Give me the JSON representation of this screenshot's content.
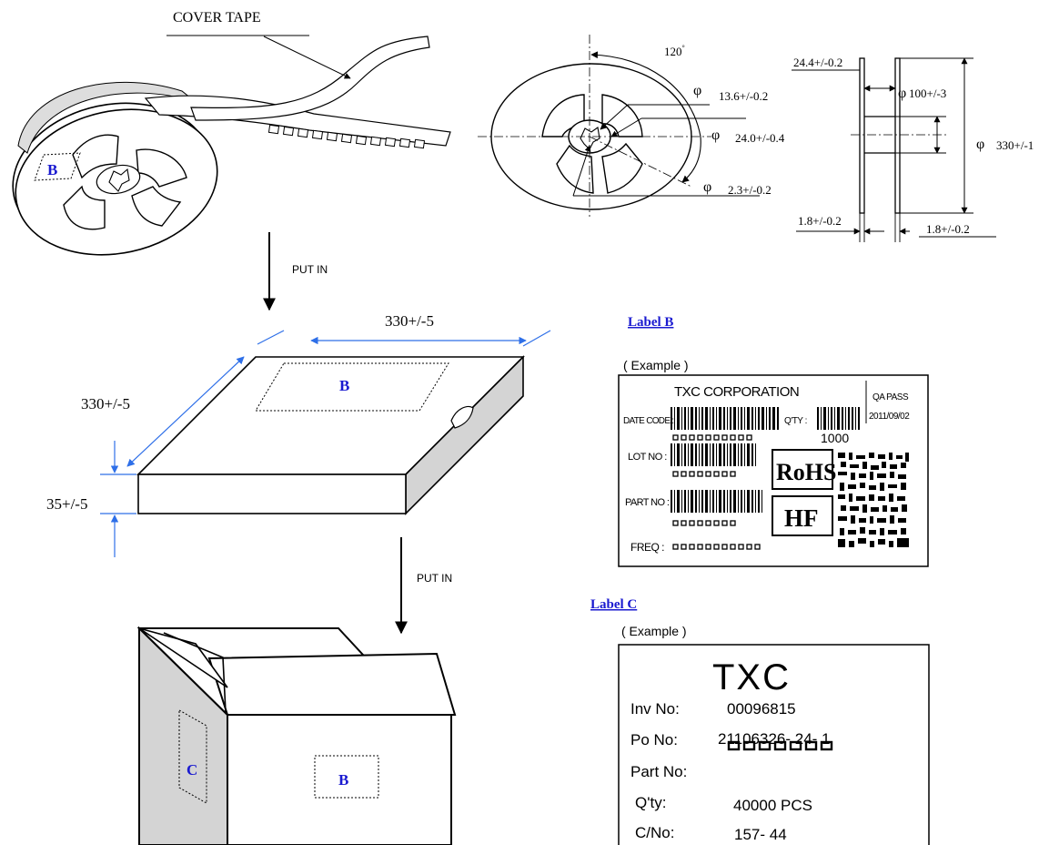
{
  "reel": {
    "cover_tape_label": "COVER TAPE",
    "label_marker": "B"
  },
  "reel_dims": {
    "angle": "120",
    "hub_small": "13.6+/-0.2",
    "hub_mid": "24.0+/-0.4",
    "hole": "2.3+/-0.2",
    "width": "24.4+/-0.2",
    "hub_dia": "100+/-3",
    "reel_dia": "330+/-1",
    "flange_left": "1.8+/-0.2",
    "flange_right": "1.8+/-0.2",
    "phi": "φ"
  },
  "arrows": {
    "put_in_1": "PUT IN",
    "put_in_2": "PUT IN"
  },
  "inner_box": {
    "width": "330+/-5",
    "depth": "330+/-5",
    "height": "35+/-5",
    "label_marker": "B"
  },
  "outer_box": {
    "label_c": "C",
    "label_b": "B"
  },
  "label_b": {
    "heading": "Label B",
    "example": "( Example )",
    "company": "TXC CORPORATION",
    "qa_line1": "QA PASS",
    "qa_line2": "2011/09/02",
    "date_code": "DATE CODE :",
    "qty_label": "Q'TY :",
    "qty_value": "1000",
    "lot_no": "LOT NO :",
    "part_no": "PART NO :",
    "freq": "FREQ :",
    "rohs": "RoHS",
    "hf": "HF"
  },
  "label_c": {
    "heading": "Label C",
    "example": "( Example )",
    "brand": "TXC",
    "inv_label": "Inv No:",
    "inv_value": "00096815",
    "po_label": "Po No:",
    "po_value": "21106326- 24- 1",
    "part_label": "Part No:",
    "qty_label": "Q'ty:",
    "qty_value": "40000  PCS",
    "cno_label": "C/No:",
    "cno_value": "157- 44"
  }
}
